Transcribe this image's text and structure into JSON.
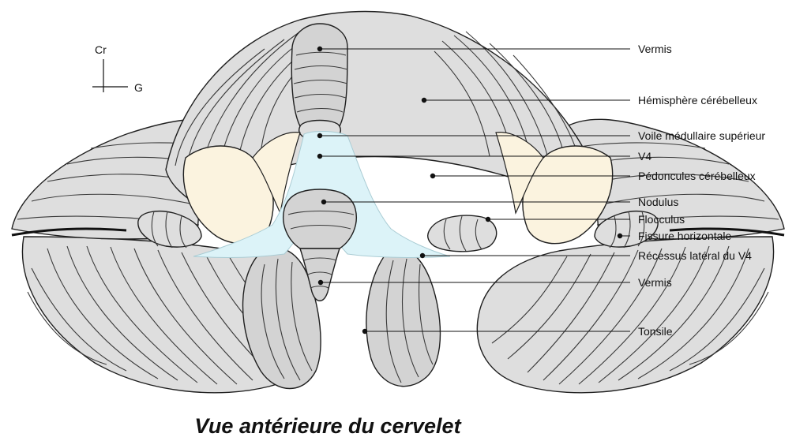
{
  "title": "Vue antérieure du cervelet",
  "orientation": {
    "cranial": "Cr",
    "left": "G"
  },
  "labels": {
    "vermis_top": "Vermis",
    "hemisphere": "Hémisphère cérébelleux",
    "voile": "Voile médullaire supérieur",
    "v4": "V4",
    "pedoncules": "Pédoncules cérébelleux",
    "nodulus": "Nodulus",
    "flocculus": "Flocculus",
    "fissure": "Fissure horizontale",
    "recessus": "Récessus latéral du V4",
    "vermis_bottom": "Vermis",
    "tonsile": "Tonsile"
  },
  "colors": {
    "lobe": "#dedede",
    "outline": "#1f1f1f",
    "ventricle": "#dcf3f8",
    "peduncle": "#fbf3df",
    "pons_shadow": "#fdf7ee"
  }
}
